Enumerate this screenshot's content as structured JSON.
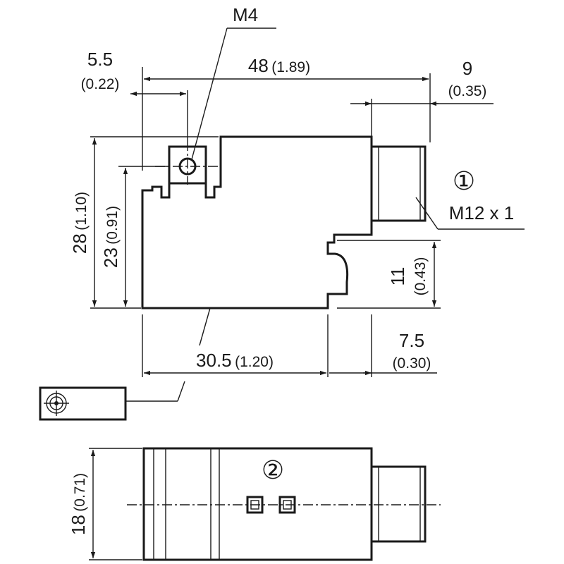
{
  "labels": {
    "thread": "M4",
    "top_width": "48",
    "top_width_in": "(1.89)",
    "left_offset": "5.5",
    "left_offset_in": "(0.22)",
    "connector_len": "9",
    "connector_len_in": "(0.35)",
    "height_total": "28",
    "height_total_in": "(1.10)",
    "height_inner": "23",
    "height_inner_in": "(0.91)",
    "notch_height": "11",
    "notch_height_in": "(0.43)",
    "body_width": "30.5",
    "body_width_in": "(1.20)",
    "notch_width": "7.5",
    "notch_width_in": "(0.30)",
    "side_height": "18",
    "side_height_in": "(0.71)",
    "callout_1": "①",
    "connector_thread": "M12 x 1",
    "callout_2": "②"
  }
}
